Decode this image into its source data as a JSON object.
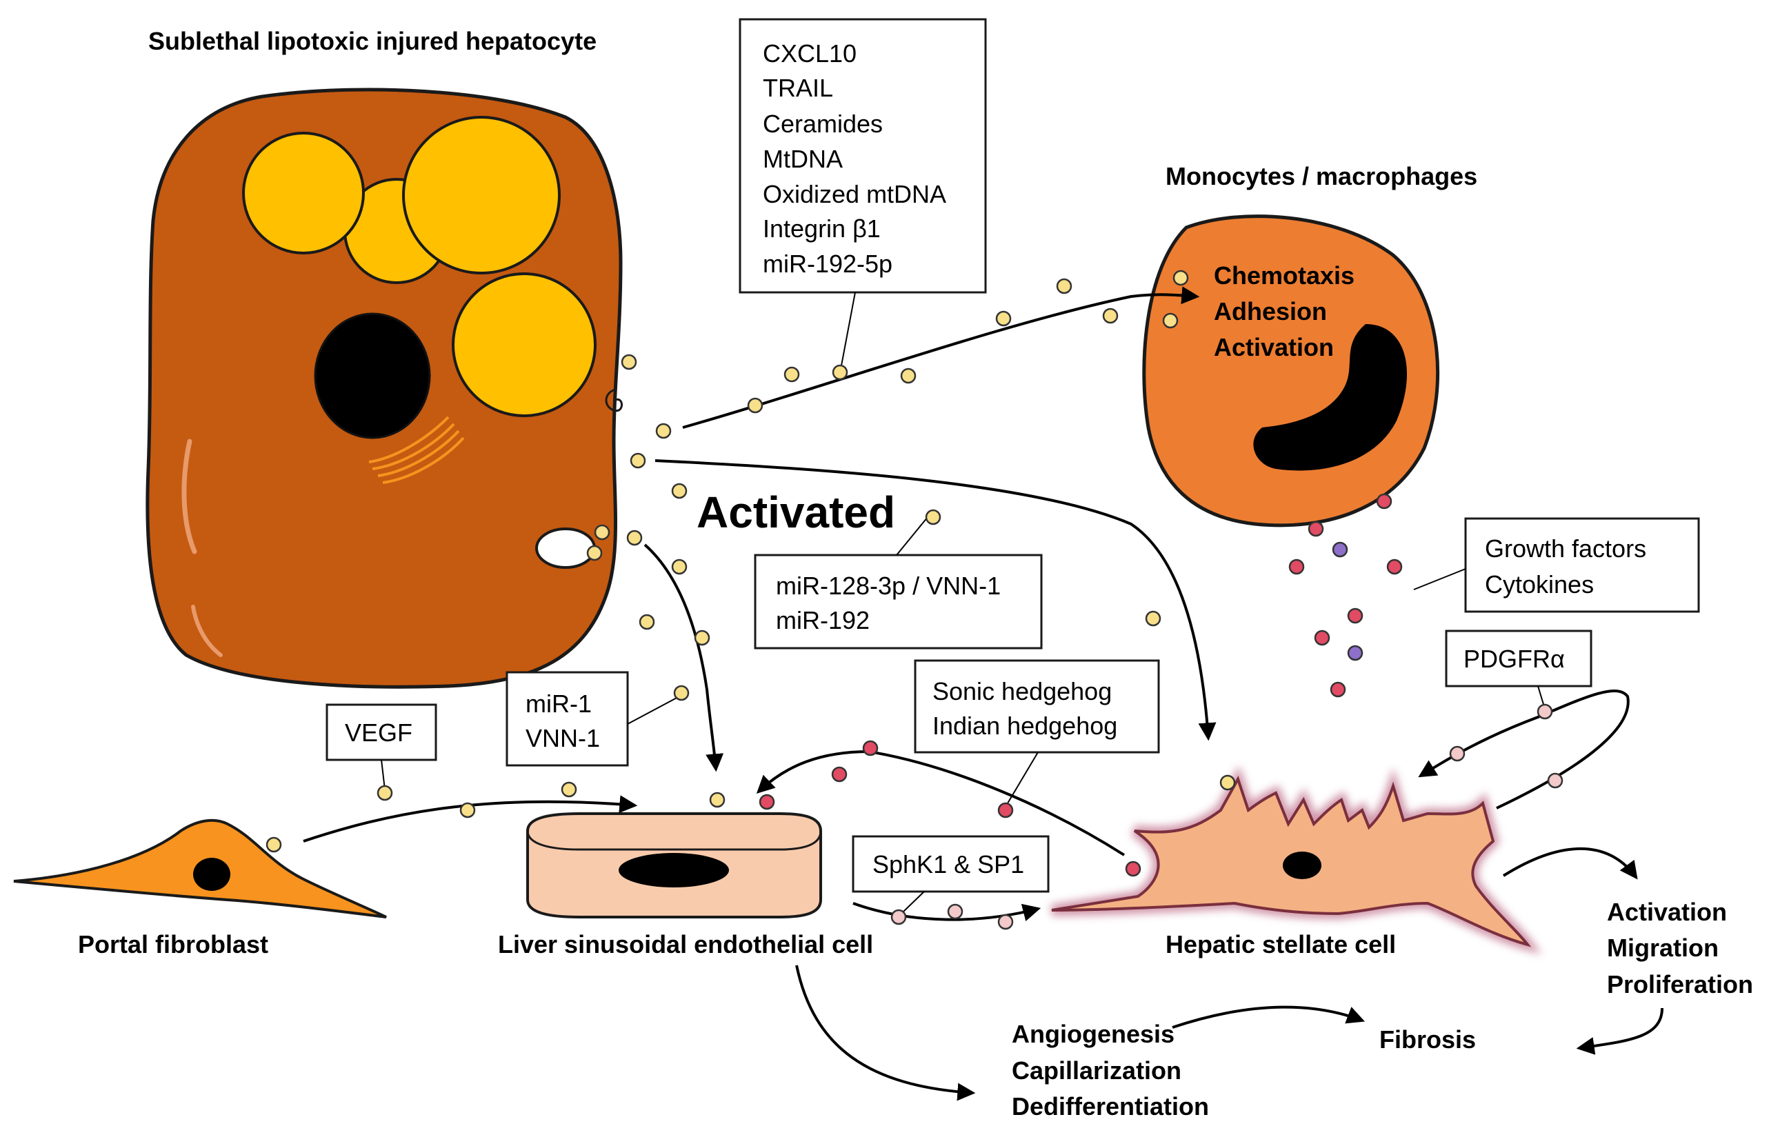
{
  "titles": {
    "hepatocyte": "Sublethal lipotoxic injured hepatocyte",
    "monocytes": "Monocytes / macrophages",
    "activated": "Activated"
  },
  "monocyte_effects": [
    "Chemotaxis",
    "Adhesion",
    "Activation"
  ],
  "cargo_box": [
    "CXCL10",
    "TRAIL",
    "Ceramides",
    "MtDNA",
    "Oxidized mtDNA",
    "Integrin β1",
    "miR-192-5p"
  ],
  "mir128_box": [
    "miR-128-3p / VNN-1",
    "miR-192"
  ],
  "mir1_box": [
    "miR-1",
    "VNN-1"
  ],
  "vegf_box": "VEGF",
  "hedgehog_box": [
    "Sonic hedgehog",
    "Indian hedgehog"
  ],
  "sphk_box": "SphK1 & SP1",
  "growth_box": [
    "Growth factors",
    "Cytokines"
  ],
  "pdgfr_box": "PDGFRα",
  "cell_labels": {
    "portal": "Portal fibroblast",
    "lsec": "Liver sinusoidal endothelial cell",
    "hsc": "Hepatic stellate cell"
  },
  "hsc_effects": [
    "Activation",
    "Migration",
    "Proliferation"
  ],
  "lsec_effects": [
    "Angiogenesis",
    "Capillarization",
    "Dedifferentiation"
  ],
  "fibrosis": "Fibrosis",
  "colors": {
    "hepatocyte": "#c55a11",
    "lipid": "#ffc000",
    "monocyte": "#ed7d31",
    "fibroblast": "#f7931e",
    "lsec": "#f8cbad",
    "stellate": "#f4b183",
    "stellate_glow": "#c0708a"
  }
}
